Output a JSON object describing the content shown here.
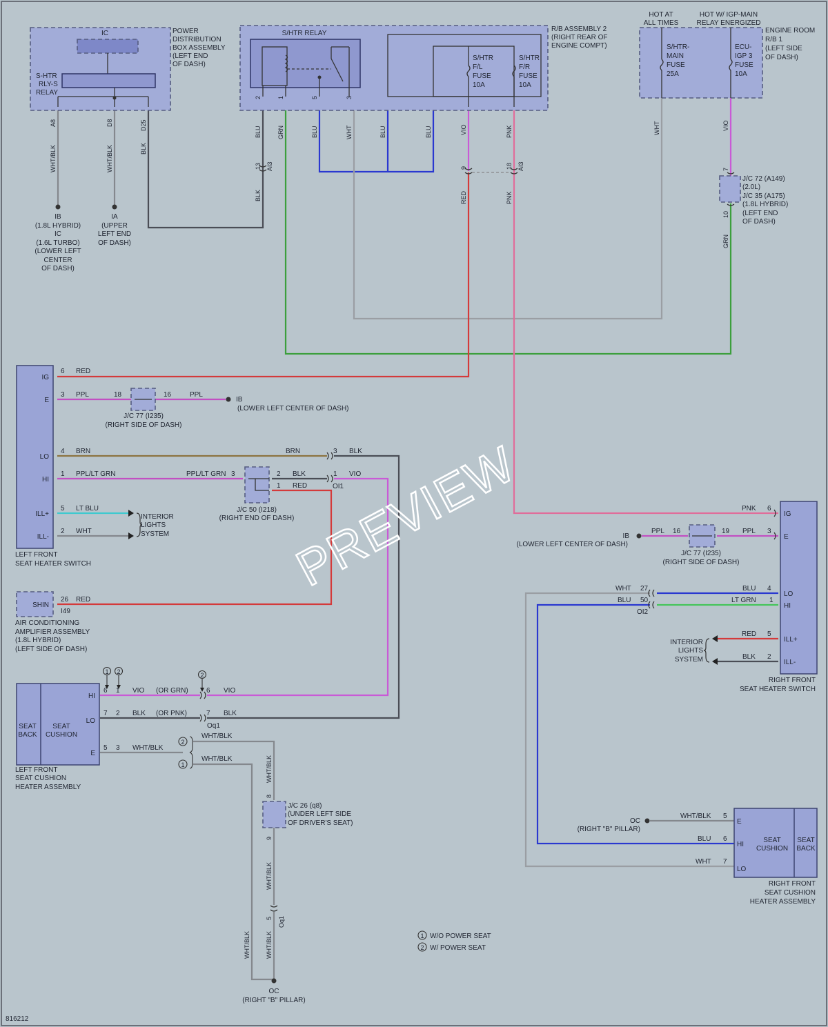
{
  "components": {
    "pdb": {
      "title": "POWER DISTRIBUTION BOX ASSEMBLY (LEFT END OF DASH)",
      "lines": [
        "POWER",
        "DISTRIBUTION",
        "BOX ASSEMBLY",
        "(LEFT END",
        "OF DASH)"
      ],
      "ic": "IC",
      "relay": [
        "S-HTR",
        "RLY-S",
        "RELAY"
      ]
    },
    "rb2": {
      "lines": [
        "R/B ASSEMBLY 2",
        "(RIGHT REAR OF",
        "ENGINE COMPT)"
      ],
      "relay": "S/HTR RELAY",
      "fuse_fl": [
        "S/HTR",
        "F/L",
        "FUSE",
        "10A"
      ],
      "fuse_fr": [
        "S/HTR",
        "F/R",
        "FUSE",
        "10A"
      ]
    },
    "rb1": {
      "hot_always": [
        "HOT AT",
        "ALL TIMES"
      ],
      "hot_igp": [
        "HOT W/ IGP-MAIN",
        "RELAY ENERGIZED"
      ],
      "lines": [
        "ENGINE ROOM",
        "R/B 1",
        "(LEFT SIDE",
        "OF DASH)"
      ],
      "fuse_main": [
        "S/HTR-",
        "MAIN",
        "FUSE",
        "25A"
      ],
      "fuse_ecu": [
        "ECU-",
        "IGP 3",
        "FUSE",
        "10A"
      ]
    },
    "jc72": [
      "J/C 72 (A149)",
      "(2.0L)",
      "J/C 35 (A175)",
      "(1.8L HYBRID)",
      "(LEFT END",
      "OF DASH)"
    ],
    "lf_switch": {
      "lines": [
        "LEFT FRONT",
        "SEAT HEATER SWITCH"
      ],
      "pins": [
        "IG",
        "E",
        "LO",
        "HI",
        "ILL+",
        "ILL-"
      ]
    },
    "rf_switch": {
      "lines": [
        "RIGHT FRONT",
        "SEAT HEATER SWITCH"
      ],
      "pins": [
        "IG",
        "E",
        "LO",
        "HI",
        "ILL+",
        "ILL-"
      ]
    },
    "jc77_left": [
      "J/C 77 (I235)",
      "(RIGHT SIDE OF DASH)"
    ],
    "jc77_right": [
      "J/C 77 (I235)",
      "(RIGHT SIDE OF DASH)"
    ],
    "jc50": [
      "J/C 50 (I218)",
      "(RIGHT END OF DASH)"
    ],
    "interior_left": [
      "INTERIOR",
      "LIGHTS",
      "SYSTEM"
    ],
    "interior_right": [
      "INTERIOR",
      "LIGHTS",
      "SYSTEM"
    ],
    "ac_amp": {
      "pin": "SHIN",
      "lines": [
        "AIR CONDITIONING",
        "AMPLIFIER ASSEMBLY",
        "(1.8L HYBRID)",
        "(LEFT SIDE OF DASH)"
      ],
      "conn": "I49"
    },
    "lf_heater": {
      "back": [
        "SEAT",
        "BACK"
      ],
      "cushion": [
        "SEAT",
        "CUSHION"
      ],
      "pins": [
        "HI",
        "LO",
        "E"
      ],
      "lines": [
        "LEFT FRONT",
        "SEAT CUSHION",
        "HEATER ASSEMBLY"
      ]
    },
    "rf_heater": {
      "back": [
        "SEAT",
        "BACK"
      ],
      "cushion": [
        "SEAT",
        "CUSHION"
      ],
      "pins": [
        "E",
        "HI",
        "LO"
      ],
      "lines": [
        "RIGHT FRONT",
        "SEAT CUSHION",
        "HEATER ASSEMBLY"
      ]
    },
    "jc26": [
      "J/C 26 (q8)",
      "(UNDER LEFT SIDE",
      "OF DRIVER'S SEAT)"
    ]
  },
  "grounds": {
    "ib_top": [
      "IB",
      "(1.8L HYBRID)",
      "IC",
      "(1.6L TURBO)",
      "(LOWER LEFT",
      "CENTER",
      "OF DASH)"
    ],
    "ia_top": [
      "IA",
      "(UPPER",
      "LEFT END",
      "OF DASH)"
    ],
    "ib_left": [
      "IB",
      "(LOWER LEFT CENTER OF DASH)"
    ],
    "ib_right": [
      "IB",
      "(LOWER LEFT CENTER OF DASH)"
    ],
    "oc_right": [
      "OC",
      "(RIGHT \"B\" PILLAR)"
    ],
    "oc_bottom": [
      "OC",
      "(RIGHT \"B\" PILLAR)"
    ]
  },
  "legend": {
    "1": "W/O POWER SEAT",
    "2": "W/ POWER SEAT"
  },
  "watermark": "PREVIEW",
  "figure_id": "816212",
  "connectors": {
    "ai3": "AI3",
    "oi1": "OI1",
    "oi2": "OI2",
    "oq1": "Oq1"
  },
  "wire_labels": {
    "wht_blk": "WHT/BLK",
    "blk": "BLK",
    "blu": "BLU",
    "grn": "GRN",
    "wht": "WHT",
    "vio": "VIO",
    "pnk": "PNK",
    "red": "RED",
    "ppl": "PPL",
    "brn": "BRN",
    "ppl_lt_grn": "PPL/LT GRN",
    "lt_blu": "LT BLU",
    "lt_grn": "LT GRN",
    "or_grn": "(OR GRN)",
    "or_pnk": "(OR PNK)"
  },
  "pin_numbers": {
    "a8": "A8",
    "d8": "D8",
    "d25": "D25",
    "p2": "2",
    "p1": "1",
    "p5": "5",
    "p3": "3",
    "p13": "13",
    "p9": "9",
    "p18": "18",
    "p7": "7",
    "p10": "10",
    "p6": "6",
    "p16": "16",
    "p4": "4",
    "p26": "26",
    "p27": "27",
    "p50": "50",
    "p19": "19",
    "p8": "8"
  }
}
